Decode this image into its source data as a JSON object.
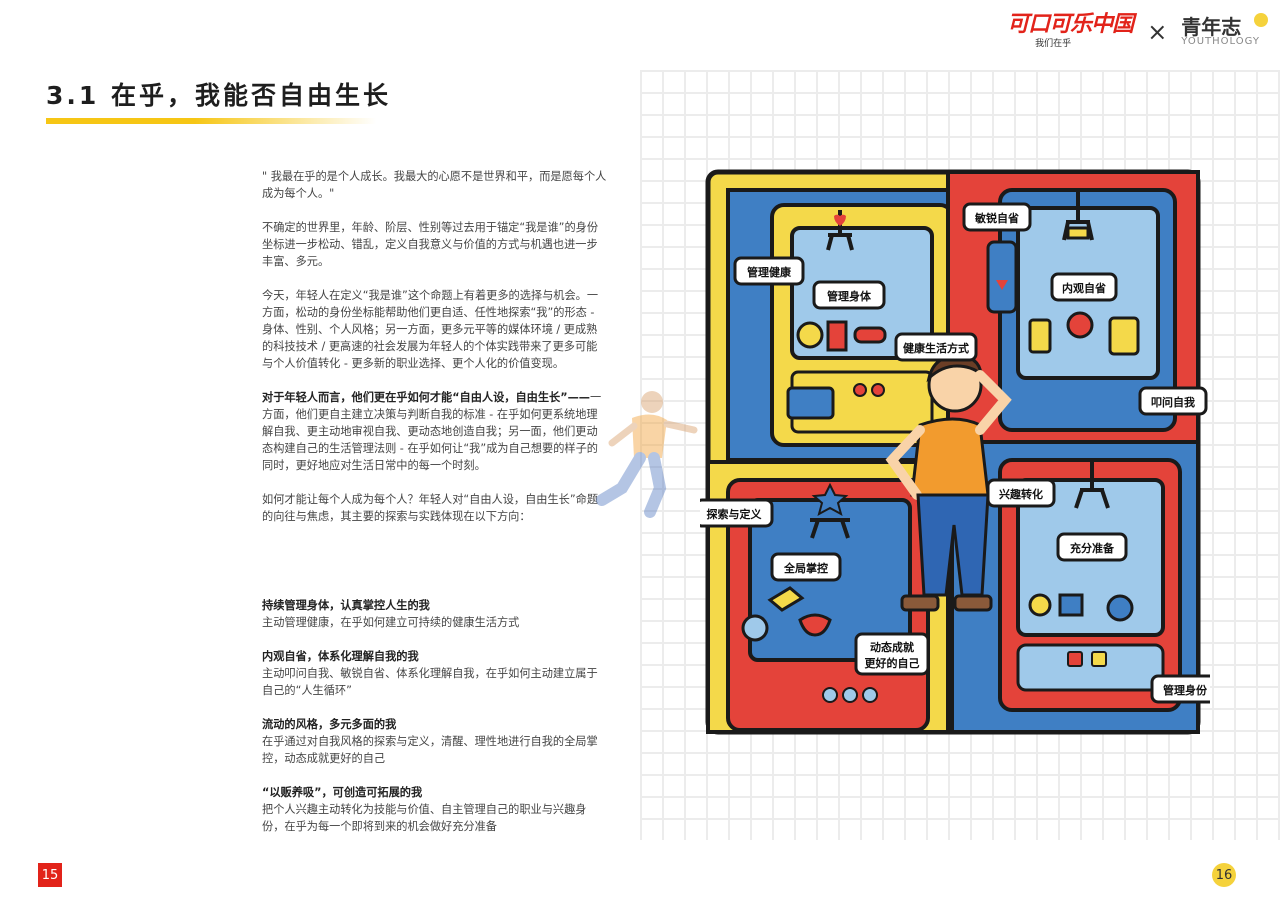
{
  "header": {
    "brand_left_main": "可口可乐中国",
    "brand_left_sub": "我们在乎",
    "separator": "×",
    "brand_right_main": "青年志",
    "brand_right_sub": "YOUTHOLOGY"
  },
  "page": {
    "title": "3.1 在乎，我能否自由生长",
    "page_left": "15",
    "page_right": "16"
  },
  "body": {
    "quote": "\" 我最在乎的是个人成长。我最大的心愿不是世界和平，而是愿每个人成为每个人。\"",
    "para1": "不确定的世界里，年龄、阶层、性别等过去用于锚定“我是谁”的身份坐标进一步松动、错乱，定义自我意义与价值的方式与机遇也进一步丰富、多元。",
    "para2": "今天，年轻人在定义“我是谁”这个命题上有着更多的选择与机会。一方面，松动的身份坐标能帮助他们更自适、任性地探索“我”的形态 - 身体、性别、个人风格；另一方面，更多元平等的媒体环境 / 更成熟的科技技术 / 更高速的社会发展为年轻人的个体实践带来了更多可能与个人价值转化 - 更多新的职业选择、更个人化的价值变现。",
    "para3_bold": "对于年轻人而言，他们更在乎如何才能“自由人设，自由生长”——",
    "para3_rest": "一方面，他们更自主建立决策与判断自我的标准 - 在乎如何更系统地理解自我、更主动地审视自我、更动态地创造自我；另一面，他们更动态构建自己的生活管理法则 - 在乎如何让“我”成为自己想要的样子的同时，更好地应对生活日常中的每一个时刻。",
    "para4": "如何才能让每个人成为每个人？年轻人对“自由人设，自由生长”命题的向往与焦虑，其主要的探索与实践体现在以下方向："
  },
  "items": [
    {
      "heading": "持续管理身体，认真掌控人生的我",
      "desc": "主动管理健康，在乎如何建立可持续的健康生活方式"
    },
    {
      "heading": "内观自省，体系化理解自我的我",
      "desc": "主动叩问自我、敏锐自省、体系化理解自我，在乎如何主动建立属于自己的“人生循环”"
    },
    {
      "heading": "流动的风格，多元多面的我",
      "desc": "在乎通过对自我风格的探索与定义，清醒、理性地进行自我的全局掌控，动态成就更好的自己"
    },
    {
      "heading": "“以贩养吸”，可创造可拓展的我",
      "desc": "把个人兴趣主动转化为技能与价值、自主管理自己的职业与兴趣身份，在乎为每一个即将到来的机会做好充分准备"
    }
  ],
  "illustration": {
    "labels": {
      "manage_health": "管理健康",
      "manage_body": "管理身体",
      "healthy_life": "健康生活方式",
      "keen_reflect": "敏锐自省",
      "inner_reflect": "内观自省",
      "question_self": "叩问自我",
      "explore_define": "探索与定义",
      "global_control": "全局掌控",
      "dynamic_1": "动态成就",
      "dynamic_2": "更好的自己",
      "interest_convert": "兴趣转化",
      "full_prepare": "充分准备",
      "manage_identity": "管理身份"
    }
  },
  "colors": {
    "accent_yellow": "#f6c615",
    "brand_red": "#e2231a",
    "machine_blue": "#3f7fc4",
    "machine_red": "#e4433a",
    "machine_yellow": "#f4d94a",
    "light_blue": "#9fc9ea"
  }
}
